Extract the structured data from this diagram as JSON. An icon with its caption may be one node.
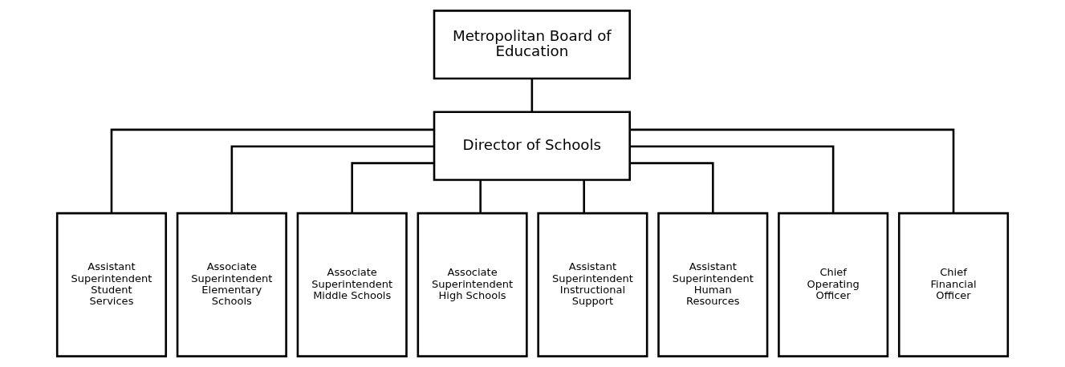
{
  "diagram": {
    "nodes": [
      {
        "text": [
          "Metropolitan Board of Education"
        ]
      },
      {
        "text": [
          "Director of Schools"
        ]
      },
      {
        "text": [
          "Assistant Superintendent Student Services"
        ]
      },
      {
        "text": [
          "Associate Superintendent Elementary Schools"
        ]
      },
      {
        "text": [
          "Associate Superintendent Middle Schools"
        ]
      },
      {
        "text": [
          "Associate Superintendent High Schools"
        ]
      },
      {
        "text": [
          "Assistant Superintendent Instructional Support"
        ]
      },
      {
        "text": [
          "Assistant Superintendent Human Resources"
        ]
      },
      {
        "text": [
          "Chief Operating Officer"
        ]
      },
      {
        "text": [
          "Chief Financial Officer"
        ]
      }
    ],
    "edges": [
      {
        "from": 0,
        "to": 1,
        "arrow": "none"
      },
      {
        "from": 1,
        "to": 2,
        "arrow": "none"
      },
      {
        "from": 1,
        "to": 3,
        "arrow": "none"
      },
      {
        "from": 1,
        "to": 4,
        "arrow": "none"
      },
      {
        "from": 1,
        "to": 5,
        "arrow": "none"
      },
      {
        "from": 1,
        "to": 6,
        "arrow": "none"
      },
      {
        "from": 1,
        "to": 7,
        "arrow": "none"
      },
      {
        "from": 1,
        "to": 8,
        "arrow": "none"
      },
      {
        "from": 1,
        "to": 9,
        "arrow": "none"
      }
    ]
  }
}
